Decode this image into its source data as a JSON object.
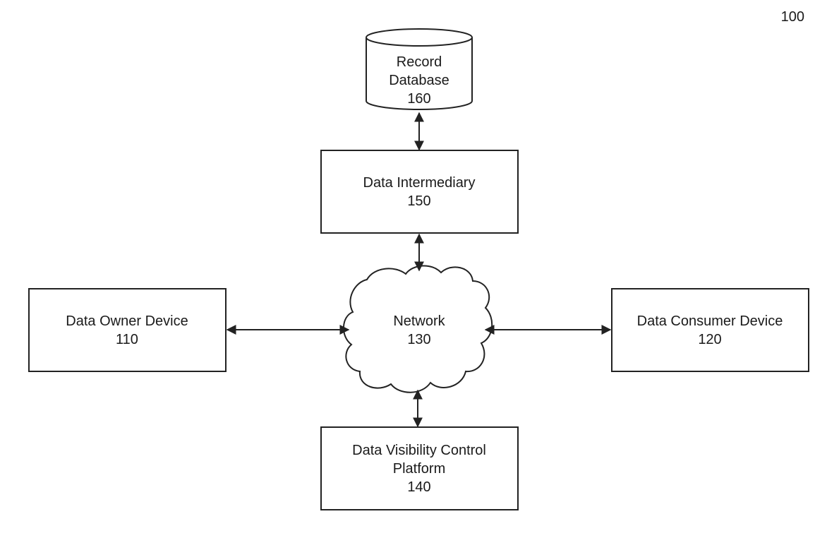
{
  "figure_number": "100",
  "nodes": {
    "record_database": {
      "line1": "Record",
      "line2": "Database",
      "ref": "160"
    },
    "data_intermediary": {
      "line1": "Data Intermediary",
      "ref": "150"
    },
    "network": {
      "line1": "Network",
      "ref": "130"
    },
    "data_owner_device": {
      "line1": "Data Owner Device",
      "ref": "110"
    },
    "data_consumer_device": {
      "line1": "Data Consumer Device",
      "ref": "120"
    },
    "data_visibility_control_platform": {
      "line1": "Data Visibility Control",
      "line2": "Platform",
      "ref": "140"
    }
  },
  "edges": [
    {
      "from": "record_database",
      "to": "data_intermediary",
      "direction": "bidirectional"
    },
    {
      "from": "data_intermediary",
      "to": "network",
      "direction": "bidirectional"
    },
    {
      "from": "data_owner_device",
      "to": "network",
      "direction": "bidirectional"
    },
    {
      "from": "network",
      "to": "data_consumer_device",
      "direction": "bidirectional"
    },
    {
      "from": "network",
      "to": "data_visibility_control_platform",
      "direction": "bidirectional"
    }
  ]
}
